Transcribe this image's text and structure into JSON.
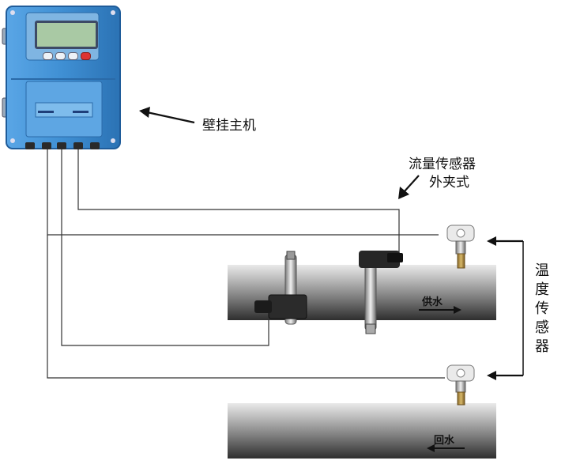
{
  "labels": {
    "host": "壁挂主机",
    "flow_sensor_line1": "流量传感器",
    "flow_sensor_line2": "外夹式",
    "temp_sensor": [
      "温",
      "度",
      "传",
      "感",
      "器"
    ],
    "supply": "供水",
    "return": "回水"
  },
  "colors": {
    "housing": "#3f8fd3",
    "housing_dark": "#1f5c9a",
    "pipe": "#8d8d8d",
    "pipe_dark": "#3a3a3a",
    "wire": "#333333",
    "lcd": "#a9c9a4"
  },
  "icons": {
    "meter": "wall-mounted-flowmeter-icon",
    "temp_sensor": "temperature-probe-icon",
    "clamp": "pipe-clamp-icon",
    "transducer": "ultrasonic-transducer-icon"
  }
}
